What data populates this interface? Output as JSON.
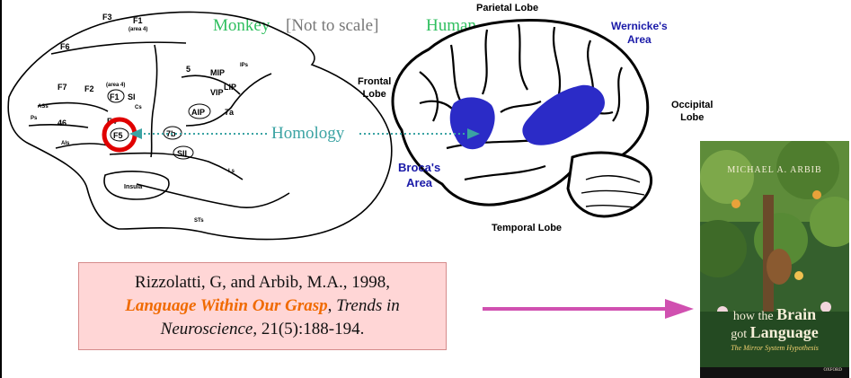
{
  "header": {
    "monkey": "Monkey",
    "scale_note": "[Not to scale]",
    "human": "Human"
  },
  "homology_label": "Homology",
  "monkey_brain": {
    "areas": [
      "F3",
      "F1",
      "(area 4)",
      "F6",
      "F7",
      "F2",
      "(area 4)",
      "F1",
      "SI",
      "5",
      "MIP",
      "IPs",
      "VIP",
      "LIP",
      "AIP",
      "7a",
      "46",
      "F4",
      "F5",
      "7b",
      "SII",
      "Insula",
      "Ps",
      "ASs",
      "AIs",
      "Cs",
      "Ls",
      "STs"
    ]
  },
  "human_brain": {
    "parietal": "Parietal Lobe",
    "wernicke": "Wernicke's\nArea",
    "frontal": "Frontal\nLobe",
    "occipital": "Occipital\nLobe",
    "broca": "Broca's\nArea",
    "temporal": "Temporal Lobe"
  },
  "reference": {
    "line1": "Rizzolatti, G, and Arbib, M.A., 1998,",
    "title": "Language Within Our Grasp",
    "sep": ", ",
    "journal": "Trends in Neuroscience",
    "rest": ", 21(5):188-194."
  },
  "book": {
    "author": "MICHAEL A. ARBIB",
    "title_line1_a": "how the",
    "title_line1_b": "Brain",
    "title_line2_a": "got",
    "title_line2_b": "Language",
    "subtitle": "The Mirror System Hypothesis",
    "publisher": "OXFORD"
  },
  "colors": {
    "green_label": "#2fbf5f",
    "gray_label": "#777777",
    "homology": "#3aa3a3",
    "language_area": "#2b2bc7",
    "area_label_blue": "#1a1aa8",
    "highlight_ring": "#e00000",
    "arrow": "#d050b0",
    "ref_box": "#ffd6d6",
    "ref_title": "#f06a00"
  }
}
